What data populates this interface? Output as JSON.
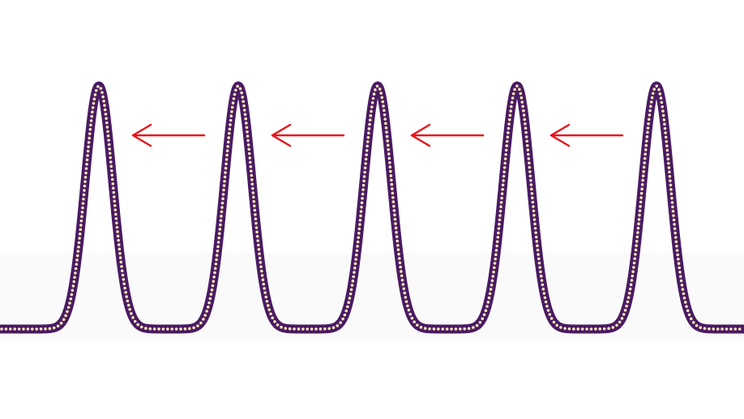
{
  "diagram": {
    "curve": {
      "peak_count": 5,
      "color": "#4a1a63",
      "dot_color": "#f6e7b4",
      "background_band_color": "#fafafa"
    },
    "arrows": {
      "count": 4,
      "direction": "left",
      "color": "#e8131b"
    }
  }
}
